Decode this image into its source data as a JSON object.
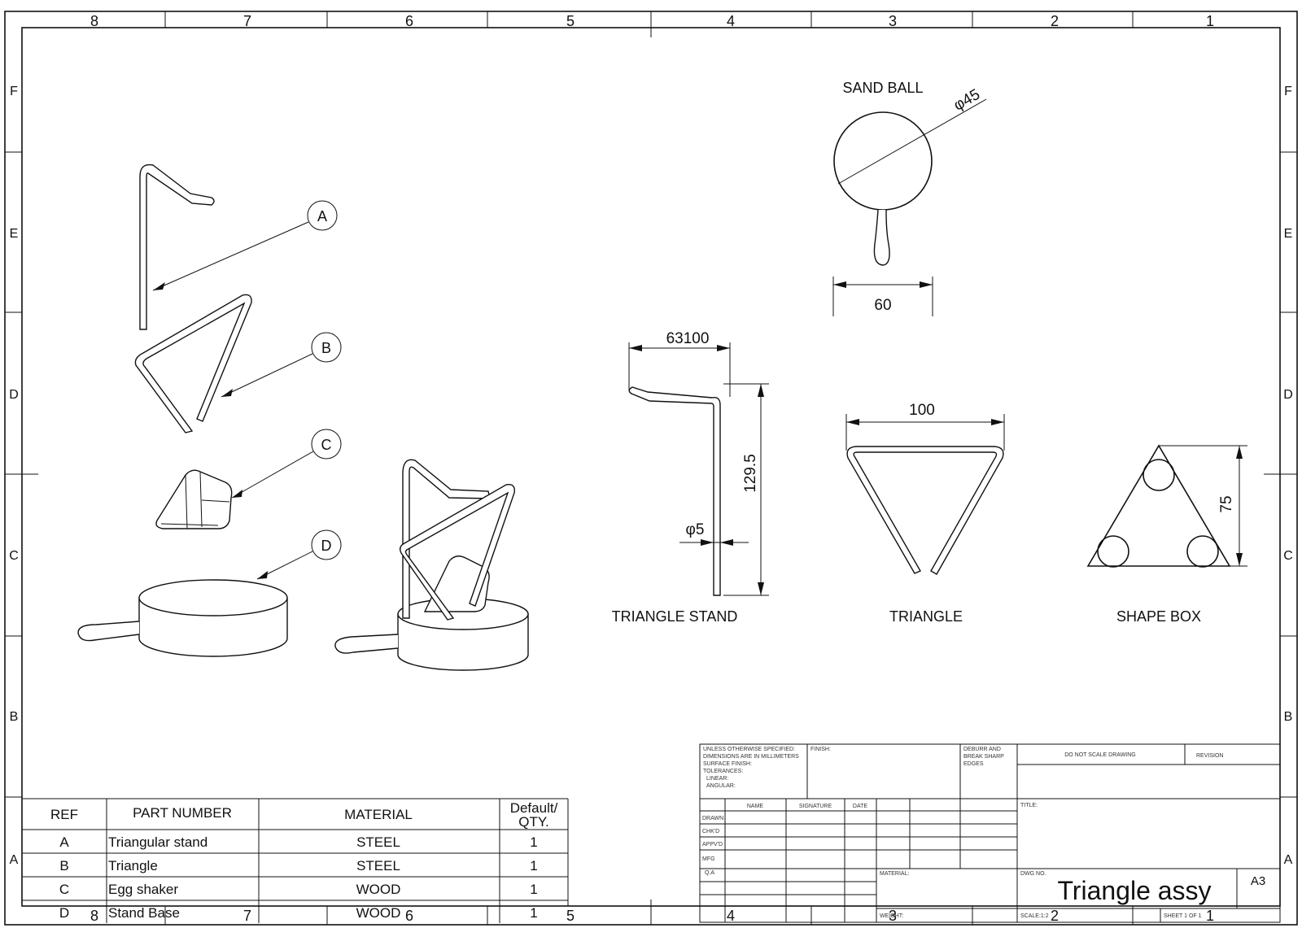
{
  "border": {
    "columns": [
      "8",
      "7",
      "6",
      "5",
      "4",
      "3",
      "2",
      "1"
    ],
    "rows": [
      "F",
      "E",
      "D",
      "C",
      "B",
      "A"
    ]
  },
  "balloons": [
    "A",
    "B",
    "C",
    "D"
  ],
  "views": {
    "sand_ball": {
      "label": "SAND BALL",
      "dia": "φ45",
      "width": "60"
    },
    "triangle_stand": {
      "label": "TRIANGLE STAND",
      "top": "63100",
      "height": "129.5",
      "rod": "φ5"
    },
    "triangle": {
      "label": "TRIANGLE",
      "width": "100"
    },
    "shape_box": {
      "label": "SHAPE BOX",
      "height": "75"
    }
  },
  "bom": {
    "headers": [
      "REF",
      "PART NUMBER",
      "MATERIAL",
      "Default/",
      "QTY."
    ],
    "rows": [
      {
        "ref": "A",
        "part": "Triangular stand",
        "material": "STEEL",
        "qty": "1"
      },
      {
        "ref": "B",
        "part": "Triangle",
        "material": "STEEL",
        "qty": "1"
      },
      {
        "ref": "C",
        "part": "Egg shaker",
        "material": "WOOD",
        "qty": "1"
      },
      {
        "ref": "D",
        "part": "Stand Base",
        "material": "WOOD",
        "qty": "1"
      }
    ]
  },
  "title_block": {
    "notes": [
      "UNLESS OTHERWISE SPECIFIED:",
      "DIMENSIONS ARE IN MILLIMETERS",
      "SURFACE FINISH:",
      "TOLERANCES:",
      "LINEAR:",
      "ANGULAR:"
    ],
    "finish": "FINISH:",
    "deburr": [
      "DEBURR AND",
      "BREAK SHARP",
      "EDGES"
    ],
    "do_not_scale": "DO NOT SCALE DRAWING",
    "revision": "REVISION",
    "name": "NAME",
    "signature": "SIGNATURE",
    "date": "DATE",
    "roles": [
      "DRAWN",
      "CHK'D",
      "APPV'D",
      "MFG",
      "Q.A"
    ],
    "title_label": "TITLE:",
    "material_label": "MATERIAL:",
    "weight_label": "WEIGHT:",
    "dwg_no_label": "DWG NO.",
    "title": "Triangle assy",
    "size": "A3",
    "scale": "SCALE:1:2",
    "sheet": "SHEET 1 OF 1"
  }
}
